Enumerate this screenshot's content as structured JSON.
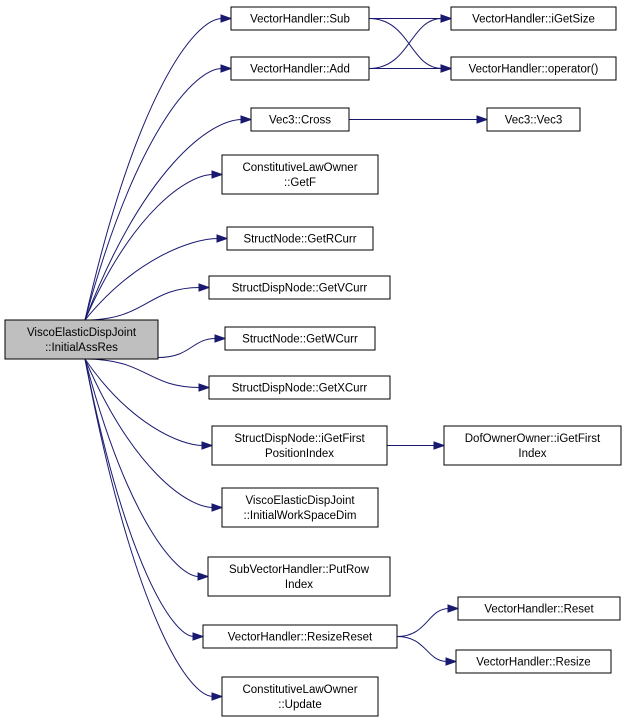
{
  "colors": {
    "edge": "#191970",
    "node_fill": "#ffffff",
    "root_fill": "#bfbfbf",
    "node_border": "#000000"
  },
  "nodes": {
    "root": [
      "ViscoElasticDispJoint",
      "::InitialAssRes"
    ],
    "vh_sub": [
      "VectorHandler::Sub"
    ],
    "vh_add": [
      "VectorHandler::Add"
    ],
    "vh_igetsize": [
      "VectorHandler::iGetSize"
    ],
    "vh_operator": [
      "VectorHandler::operator()"
    ],
    "vec3_cross": [
      "Vec3::Cross"
    ],
    "vec3_vec3": [
      "Vec3::Vec3"
    ],
    "clo_getf": [
      "ConstitutiveLawOwner",
      "::GetF"
    ],
    "sn_getrcurr": [
      "StructNode::GetRCurr"
    ],
    "sdn_getvcurr": [
      "StructDispNode::GetVCurr"
    ],
    "sn_getwcurr": [
      "StructNode::GetWCurr"
    ],
    "sdn_getxcurr": [
      "StructDispNode::GetXCurr"
    ],
    "sdn_igetfirst": [
      "StructDispNode::iGetFirst",
      "PositionIndex"
    ],
    "doo_igetfirst": [
      "DofOwnerOwner::iGetFirst",
      "Index"
    ],
    "vedj_initws": [
      "ViscoElasticDispJoint",
      "::InitialWorkSpaceDim"
    ],
    "svh_putrow": [
      "SubVectorHandler::PutRow",
      "Index"
    ],
    "vh_resizereset": [
      "VectorHandler::ResizeReset"
    ],
    "vh_reset": [
      "VectorHandler::Reset"
    ],
    "vh_resize": [
      "VectorHandler::Resize"
    ],
    "clo_update": [
      "ConstitutiveLawOwner",
      "::Update"
    ]
  }
}
